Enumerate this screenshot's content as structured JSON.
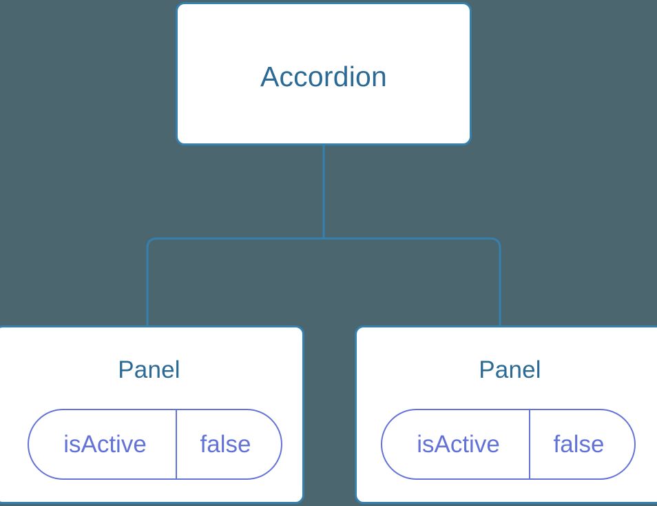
{
  "diagram": {
    "type": "component-tree",
    "background_color": "#4c6670",
    "node_border_color": "#3580ad",
    "node_fill_color": "#ffffff",
    "title_text_color": "#2b6a94",
    "state_accent_color": "#6272d8",
    "connector_color": "#3580ad",
    "root": {
      "label": "Accordion"
    },
    "children": [
      {
        "label": "Panel",
        "state": {
          "key": "isActive",
          "value": "false"
        }
      },
      {
        "label": "Panel",
        "state": {
          "key": "isActive",
          "value": "false"
        }
      }
    ]
  }
}
